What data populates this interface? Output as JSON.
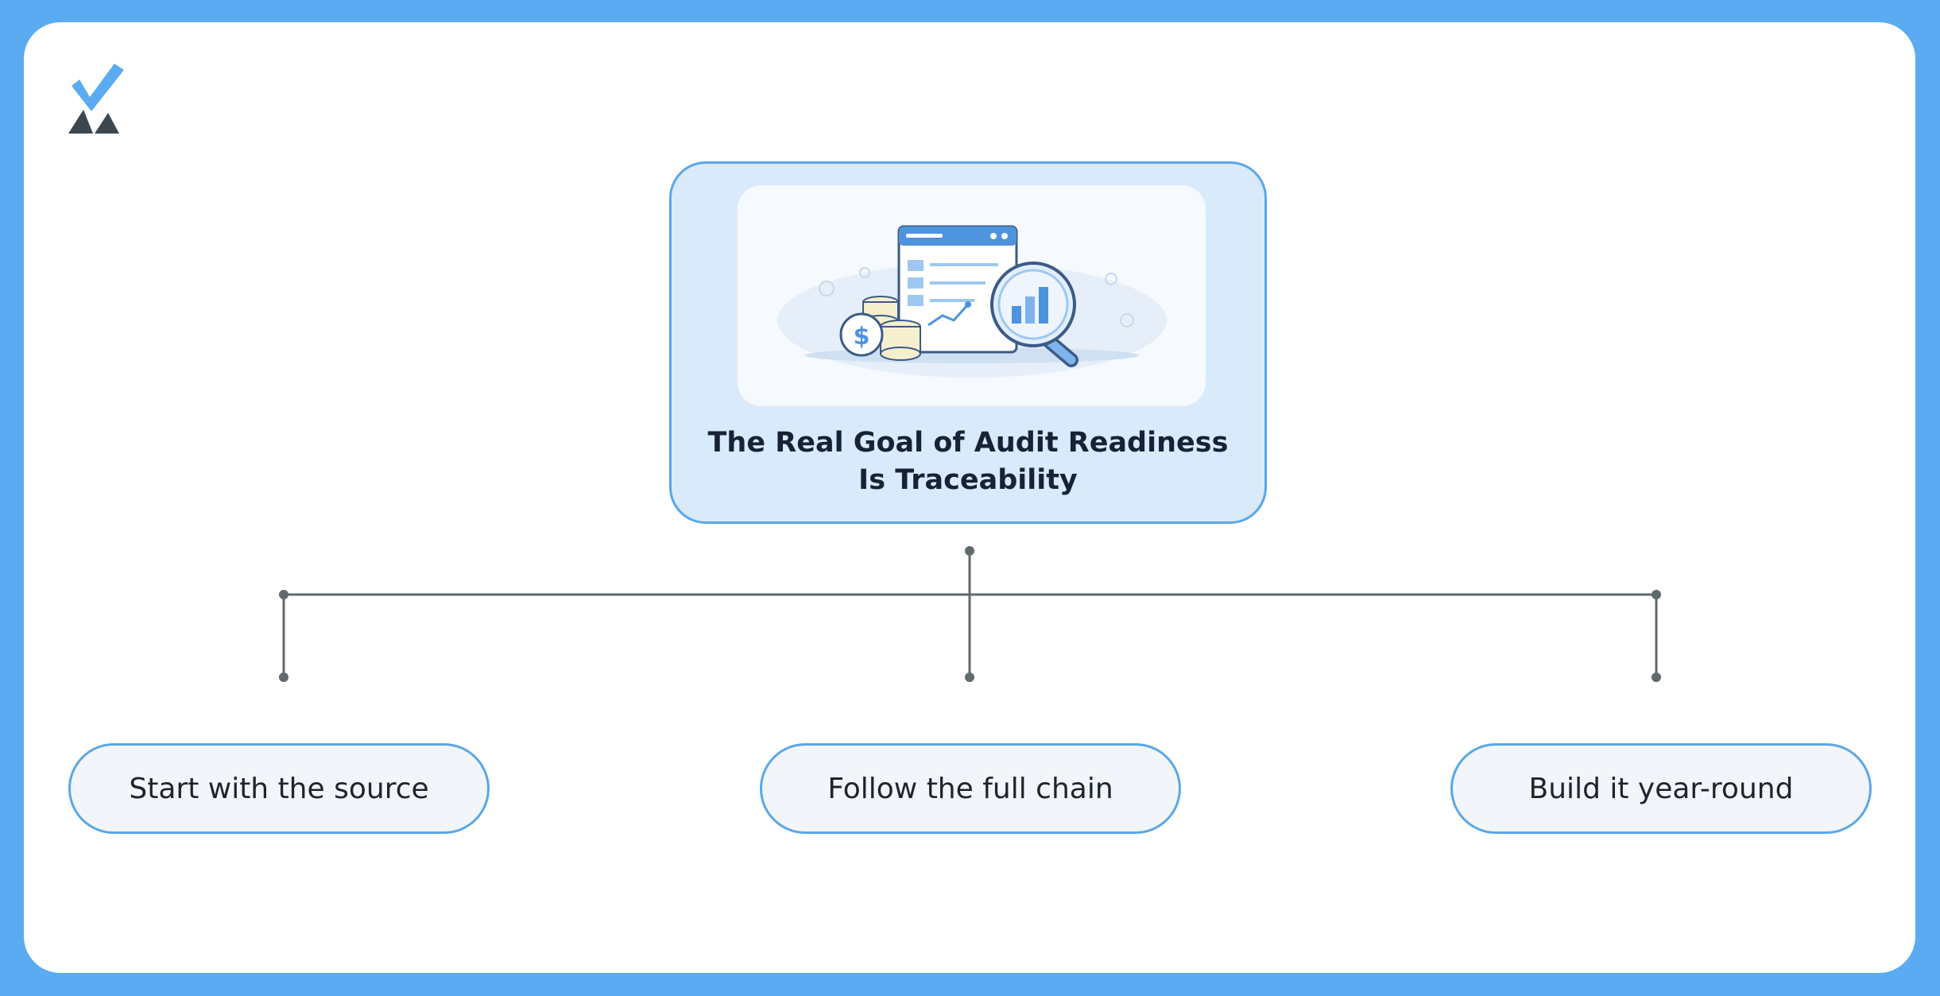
{
  "diagram": {
    "root": {
      "title": "The Real Goal of Audit Readiness\nIs Traceability",
      "illustration": "audit-report-magnifier-coins-illustration"
    },
    "branches": [
      {
        "label": "Start with the source"
      },
      {
        "label": "Follow the full chain"
      },
      {
        "label": "Build it year-round"
      }
    ]
  },
  "logo": {
    "icon": "checkmark-logo-icon"
  },
  "colors": {
    "frame": "#5aabf2",
    "accent": "#5aa7e8",
    "root_fill": "#d9eafb",
    "pill_fill": "#f2f6fa",
    "connector": "#5f6a6d",
    "text": "#172236"
  }
}
